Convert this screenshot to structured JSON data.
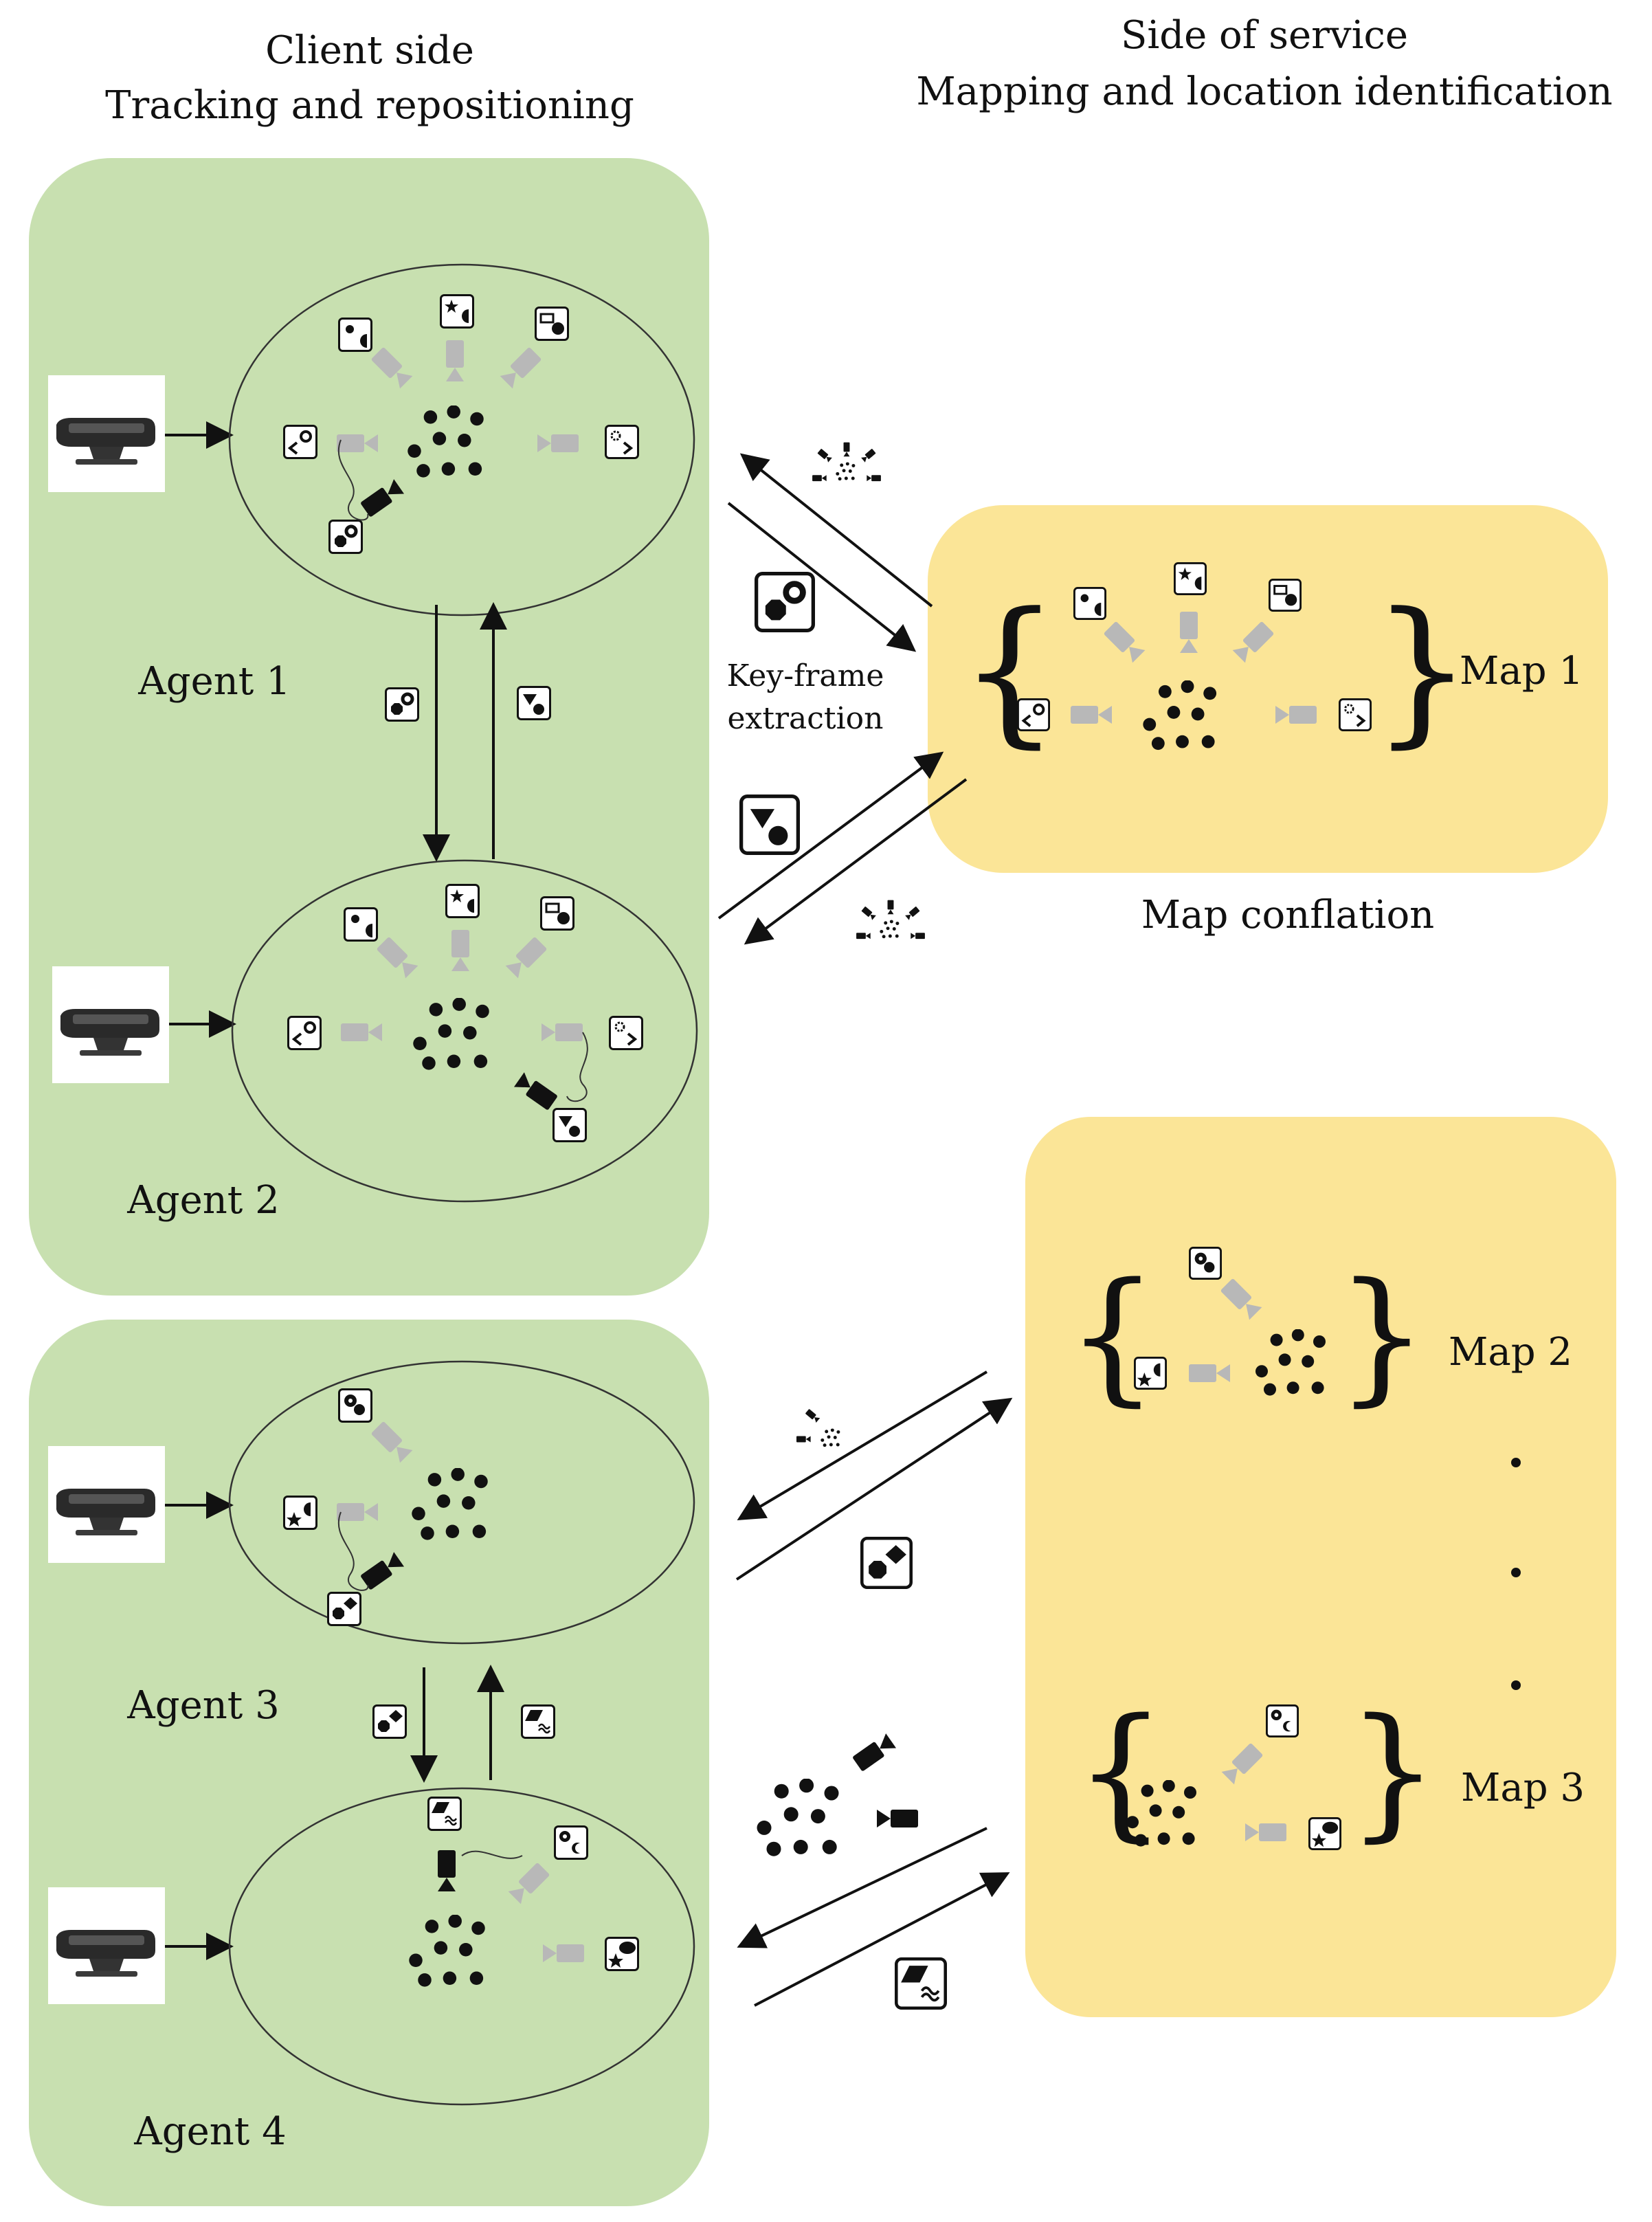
{
  "headings": {
    "client_line1": "Client side",
    "client_line2": "Tracking and repositioning",
    "service_line1": "Side of service",
    "service_line2": "Mapping and location identification"
  },
  "agents": [
    {
      "label": "Agent 1"
    },
    {
      "label": "Agent 2"
    },
    {
      "label": "Agent 3"
    },
    {
      "label": "Agent 4"
    }
  ],
  "keyframe_label": [
    "Key-frame",
    "extraction"
  ],
  "maps": [
    {
      "label": "Map 1"
    },
    {
      "label": "Map 2"
    },
    {
      "label": "Map 3"
    }
  ],
  "map_conflation_label": "Map conflation",
  "colors": {
    "client_panel": "#c8e0b0",
    "service_panel": "#fbe597",
    "gray_camera": "#b8b8b8",
    "ink": "#111111"
  },
  "icons": [
    "depth-camera-icon",
    "keyframe-icon",
    "camera-icon",
    "point-cloud-icon",
    "curly-brace-icon"
  ]
}
